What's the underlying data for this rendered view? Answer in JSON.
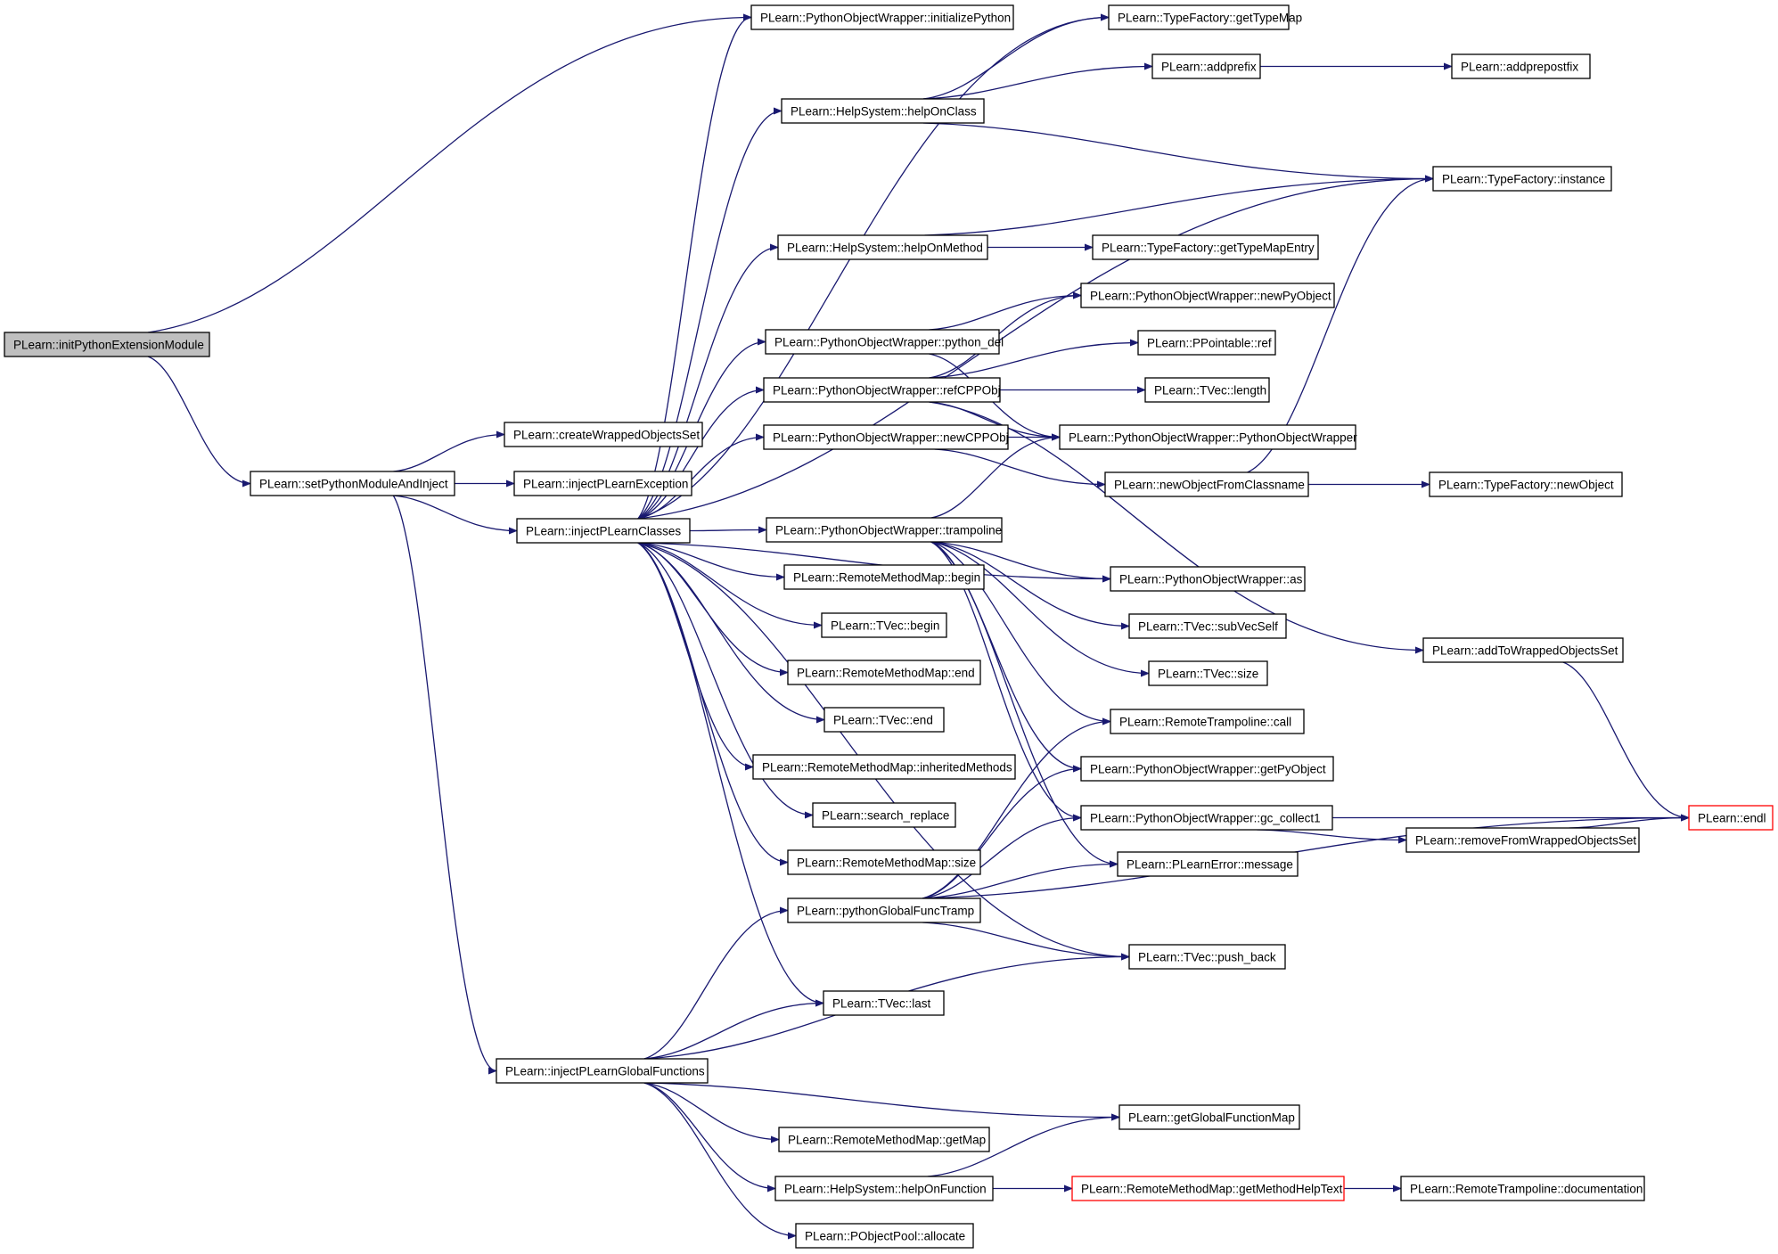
{
  "colors": {
    "edge": "#191970",
    "node_border": "#000000",
    "root_fill": "#bfbfbf",
    "truncated_border": "#ff0000",
    "background": "#ffffff"
  },
  "nodes": [
    {
      "id": "initPythonExtensionModule",
      "label": "PLearn::initPythonExtensionModule",
      "root": true
    },
    {
      "id": "setPythonModuleAndInject",
      "label": "PLearn::setPythonModuleAndInject"
    },
    {
      "id": "createWrappedObjectsSet",
      "label": "PLearn::createWrappedObjectsSet"
    },
    {
      "id": "injectPLearnException",
      "label": "PLearn::injectPLearnException"
    },
    {
      "id": "injectPLearnClasses",
      "label": "PLearn::injectPLearnClasses"
    },
    {
      "id": "injectPLearnGlobalFunctions",
      "label": "PLearn::injectPLearnGlobalFunctions"
    },
    {
      "id": "initializePython",
      "label": "PLearn::PythonObjectWrapper::initializePython"
    },
    {
      "id": "helpOnClass",
      "label": "PLearn::HelpSystem::helpOnClass"
    },
    {
      "id": "helpOnMethod",
      "label": "PLearn::HelpSystem::helpOnMethod"
    },
    {
      "id": "python_del",
      "label": "PLearn::PythonObjectWrapper::python_del"
    },
    {
      "id": "refCPPObj",
      "label": "PLearn::PythonObjectWrapper::refCPPObj"
    },
    {
      "id": "newCPPObj",
      "label": "PLearn::PythonObjectWrapper::newCPPObj"
    },
    {
      "id": "trampoline",
      "label": "PLearn::PythonObjectWrapper::trampoline"
    },
    {
      "id": "rmmBegin",
      "label": "PLearn::RemoteMethodMap::begin"
    },
    {
      "id": "tvecBegin",
      "label": "PLearn::TVec::begin"
    },
    {
      "id": "rmmEnd",
      "label": "PLearn::RemoteMethodMap::end"
    },
    {
      "id": "tvecEnd",
      "label": "PLearn::TVec::end"
    },
    {
      "id": "inheritedMethods",
      "label": "PLearn::RemoteMethodMap::inheritedMethods"
    },
    {
      "id": "search_replace",
      "label": "PLearn::search_replace"
    },
    {
      "id": "rmmSize",
      "label": "PLearn::RemoteMethodMap::size"
    },
    {
      "id": "pythonGlobalFuncTramp",
      "label": "PLearn::pythonGlobalFuncTramp"
    },
    {
      "id": "tvecLast",
      "label": "PLearn::TVec::last"
    },
    {
      "id": "getMap",
      "label": "PLearn::RemoteMethodMap::getMap"
    },
    {
      "id": "helpOnFunction",
      "label": "PLearn::HelpSystem::helpOnFunction"
    },
    {
      "id": "allocate",
      "label": "PLearn::PObjectPool::allocate"
    },
    {
      "id": "getTypeMap",
      "label": "PLearn::TypeFactory::getTypeMap"
    },
    {
      "id": "addprefix",
      "label": "PLearn::addprefix"
    },
    {
      "id": "addprepostfix",
      "label": "PLearn::addprepostfix"
    },
    {
      "id": "tfInstance",
      "label": "PLearn::TypeFactory::instance"
    },
    {
      "id": "getTypeMapEntry",
      "label": "PLearn::TypeFactory::getTypeMapEntry"
    },
    {
      "id": "newPyObject",
      "label": "PLearn::PythonObjectWrapper::newPyObject"
    },
    {
      "id": "ppRef",
      "label": "PLearn::PPointable::ref"
    },
    {
      "id": "tvecLength",
      "label": "PLearn::TVec::length"
    },
    {
      "id": "powCtor",
      "label": "PLearn::PythonObjectWrapper::PythonObjectWrapper"
    },
    {
      "id": "newObjectFromClassname",
      "label": "PLearn::newObjectFromClassname"
    },
    {
      "id": "tfNewObject",
      "label": "PLearn::TypeFactory::newObject"
    },
    {
      "id": "powAs",
      "label": "PLearn::PythonObjectWrapper::as"
    },
    {
      "id": "subVecSelf",
      "label": "PLearn::TVec::subVecSelf"
    },
    {
      "id": "tvecSize",
      "label": "PLearn::TVec::size"
    },
    {
      "id": "addToWrappedObjectsSet",
      "label": "PLearn::addToWrappedObjectsSet"
    },
    {
      "id": "rtCall",
      "label": "PLearn::RemoteTrampoline::call"
    },
    {
      "id": "getPyObject",
      "label": "PLearn::PythonObjectWrapper::getPyObject"
    },
    {
      "id": "gc_collect1",
      "label": "PLearn::PythonObjectWrapper::gc_collect1"
    },
    {
      "id": "endl",
      "label": "PLearn::endl",
      "truncated": true
    },
    {
      "id": "removeFromWrappedObjectsSet",
      "label": "PLearn::removeFromWrappedObjectsSet"
    },
    {
      "id": "plErrorMessage",
      "label": "PLearn::PLearnError::message"
    },
    {
      "id": "pushBack",
      "label": "PLearn::TVec::push_back"
    },
    {
      "id": "getGlobalFunctionMap",
      "label": "PLearn::getGlobalFunctionMap"
    },
    {
      "id": "getMethodHelpText",
      "label": "PLearn::RemoteMethodMap::getMethodHelpText",
      "truncated": true
    },
    {
      "id": "rtDocumentation",
      "label": "PLearn::RemoteTrampoline::documentation"
    }
  ],
  "edges": [
    [
      "initPythonExtensionModule",
      "initializePython"
    ],
    [
      "initPythonExtensionModule",
      "setPythonModuleAndInject"
    ],
    [
      "setPythonModuleAndInject",
      "createWrappedObjectsSet"
    ],
    [
      "setPythonModuleAndInject",
      "injectPLearnException"
    ],
    [
      "setPythonModuleAndInject",
      "injectPLearnClasses"
    ],
    [
      "setPythonModuleAndInject",
      "injectPLearnGlobalFunctions"
    ],
    [
      "injectPLearnClasses",
      "initializePython"
    ],
    [
      "injectPLearnClasses",
      "getTypeMap"
    ],
    [
      "injectPLearnClasses",
      "helpOnClass"
    ],
    [
      "injectPLearnClasses",
      "tfInstance"
    ],
    [
      "injectPLearnClasses",
      "helpOnMethod"
    ],
    [
      "injectPLearnClasses",
      "python_del"
    ],
    [
      "injectPLearnClasses",
      "refCPPObj"
    ],
    [
      "injectPLearnClasses",
      "newCPPObj"
    ],
    [
      "injectPLearnClasses",
      "trampoline"
    ],
    [
      "injectPLearnClasses",
      "powAs"
    ],
    [
      "injectPLearnClasses",
      "rmmBegin"
    ],
    [
      "injectPLearnClasses",
      "tvecBegin"
    ],
    [
      "injectPLearnClasses",
      "rmmEnd"
    ],
    [
      "injectPLearnClasses",
      "tvecEnd"
    ],
    [
      "injectPLearnClasses",
      "inheritedMethods"
    ],
    [
      "injectPLearnClasses",
      "search_replace"
    ],
    [
      "injectPLearnClasses",
      "rmmSize"
    ],
    [
      "injectPLearnClasses",
      "pushBack"
    ],
    [
      "injectPLearnClasses",
      "tvecLast"
    ],
    [
      "helpOnClass",
      "getTypeMap"
    ],
    [
      "helpOnClass",
      "addprefix"
    ],
    [
      "helpOnClass",
      "tfInstance"
    ],
    [
      "addprefix",
      "addprepostfix"
    ],
    [
      "helpOnMethod",
      "tfInstance"
    ],
    [
      "helpOnMethod",
      "getTypeMapEntry"
    ],
    [
      "python_del",
      "newPyObject"
    ],
    [
      "python_del",
      "powCtor"
    ],
    [
      "refCPPObj",
      "newPyObject"
    ],
    [
      "refCPPObj",
      "ppRef"
    ],
    [
      "refCPPObj",
      "tvecLength"
    ],
    [
      "refCPPObj",
      "powCtor"
    ],
    [
      "refCPPObj",
      "addToWrappedObjectsSet"
    ],
    [
      "newCPPObj",
      "powCtor"
    ],
    [
      "newCPPObj",
      "newObjectFromClassname"
    ],
    [
      "newObjectFromClassname",
      "tfInstance"
    ],
    [
      "newObjectFromClassname",
      "tfNewObject"
    ],
    [
      "trampoline",
      "powCtor"
    ],
    [
      "trampoline",
      "powAs"
    ],
    [
      "trampoline",
      "subVecSelf"
    ],
    [
      "trampoline",
      "tvecSize"
    ],
    [
      "trampoline",
      "rtCall"
    ],
    [
      "trampoline",
      "getPyObject"
    ],
    [
      "trampoline",
      "gc_collect1"
    ],
    [
      "trampoline",
      "plErrorMessage"
    ],
    [
      "addToWrappedObjectsSet",
      "endl"
    ],
    [
      "gc_collect1",
      "endl"
    ],
    [
      "gc_collect1",
      "removeFromWrappedObjectsSet"
    ],
    [
      "removeFromWrappedObjectsSet",
      "endl"
    ],
    [
      "pythonGlobalFuncTramp",
      "rtCall"
    ],
    [
      "pythonGlobalFuncTramp",
      "getPyObject"
    ],
    [
      "pythonGlobalFuncTramp",
      "gc_collect1"
    ],
    [
      "pythonGlobalFuncTramp",
      "plErrorMessage"
    ],
    [
      "pythonGlobalFuncTramp",
      "endl"
    ],
    [
      "pythonGlobalFuncTramp",
      "pushBack"
    ],
    [
      "injectPLearnGlobalFunctions",
      "pythonGlobalFuncTramp"
    ],
    [
      "injectPLearnGlobalFunctions",
      "tvecLast"
    ],
    [
      "injectPLearnGlobalFunctions",
      "pushBack"
    ],
    [
      "injectPLearnGlobalFunctions",
      "getGlobalFunctionMap"
    ],
    [
      "injectPLearnGlobalFunctions",
      "getMap"
    ],
    [
      "injectPLearnGlobalFunctions",
      "helpOnFunction"
    ],
    [
      "injectPLearnGlobalFunctions",
      "allocate"
    ],
    [
      "helpOnFunction",
      "getGlobalFunctionMap"
    ],
    [
      "helpOnFunction",
      "getMethodHelpText"
    ],
    [
      "getMethodHelpText",
      "rtDocumentation"
    ]
  ]
}
